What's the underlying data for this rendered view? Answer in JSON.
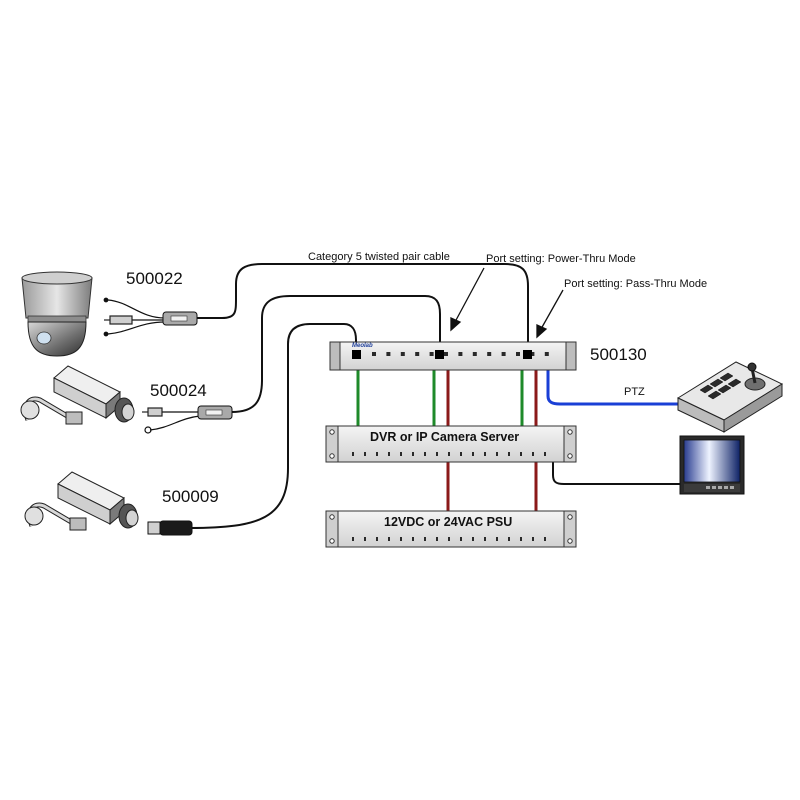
{
  "labels": {
    "cable_type": "Category 5 twisted pair cable",
    "port_power_thru": "Port setting: Power-Thru Mode",
    "port_pass_thru": "Port setting: Pass-Thru Mode",
    "hub_model": "500130",
    "ptz": "PTZ",
    "dvr": "DVR or IP Camera Server",
    "psu": "12VDC or 24VAC PSU",
    "brand": "Meolab"
  },
  "devices": [
    {
      "type": "dome-camera",
      "model": "500022"
    },
    {
      "type": "box-camera",
      "model": "500024"
    },
    {
      "type": "box-camera",
      "model": "500009"
    }
  ],
  "colors": {
    "video_link": "#1e8a2a",
    "power_link": "#8b1a1a",
    "ptz_link": "#1a3fd6",
    "cable": "#111111"
  }
}
